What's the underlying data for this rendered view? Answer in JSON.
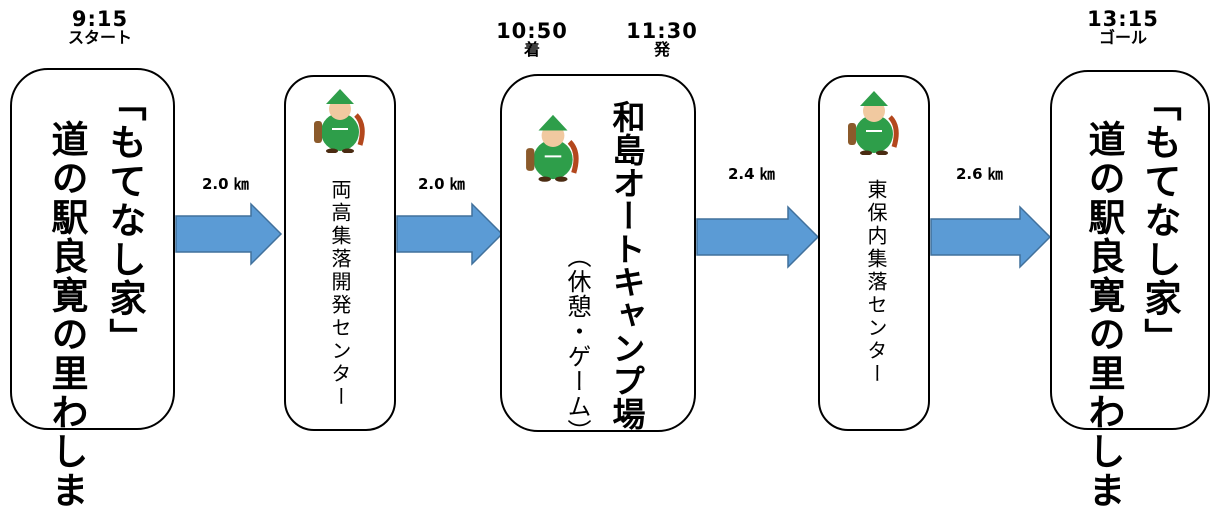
{
  "times": {
    "start": {
      "time": "9:15",
      "label": "スタート"
    },
    "arrive": {
      "time": "10:50",
      "label": "着"
    },
    "depart": {
      "time": "11:30",
      "label": "発"
    },
    "goal": {
      "time": "13:15",
      "label": "ゴール"
    }
  },
  "stops": {
    "start": {
      "line1": "「もてなし家」",
      "line2": "道の駅良寛の里わしま"
    },
    "cp1": {
      "name": "両高集落開発センター"
    },
    "camp": {
      "name": "和島オートキャンプ場",
      "note": "（休憩・ゲーム）"
    },
    "cp2": {
      "name": "東保内集落センター"
    },
    "goal": {
      "line1": "「もてなし家」",
      "line2": "道の駅良寛の里わしま"
    }
  },
  "distances": [
    "2.0 ㎞",
    "2.0 ㎞",
    "2.4 ㎞",
    "2.6 ㎞"
  ],
  "colors": {
    "arrow_fill": "#5b9bd5",
    "arrow_stroke": "#41719c",
    "mascot_green": "#2e9e4a",
    "box_border": "#000000"
  },
  "icons": [
    "mascot-icon",
    "arrow-right-icon"
  ]
}
